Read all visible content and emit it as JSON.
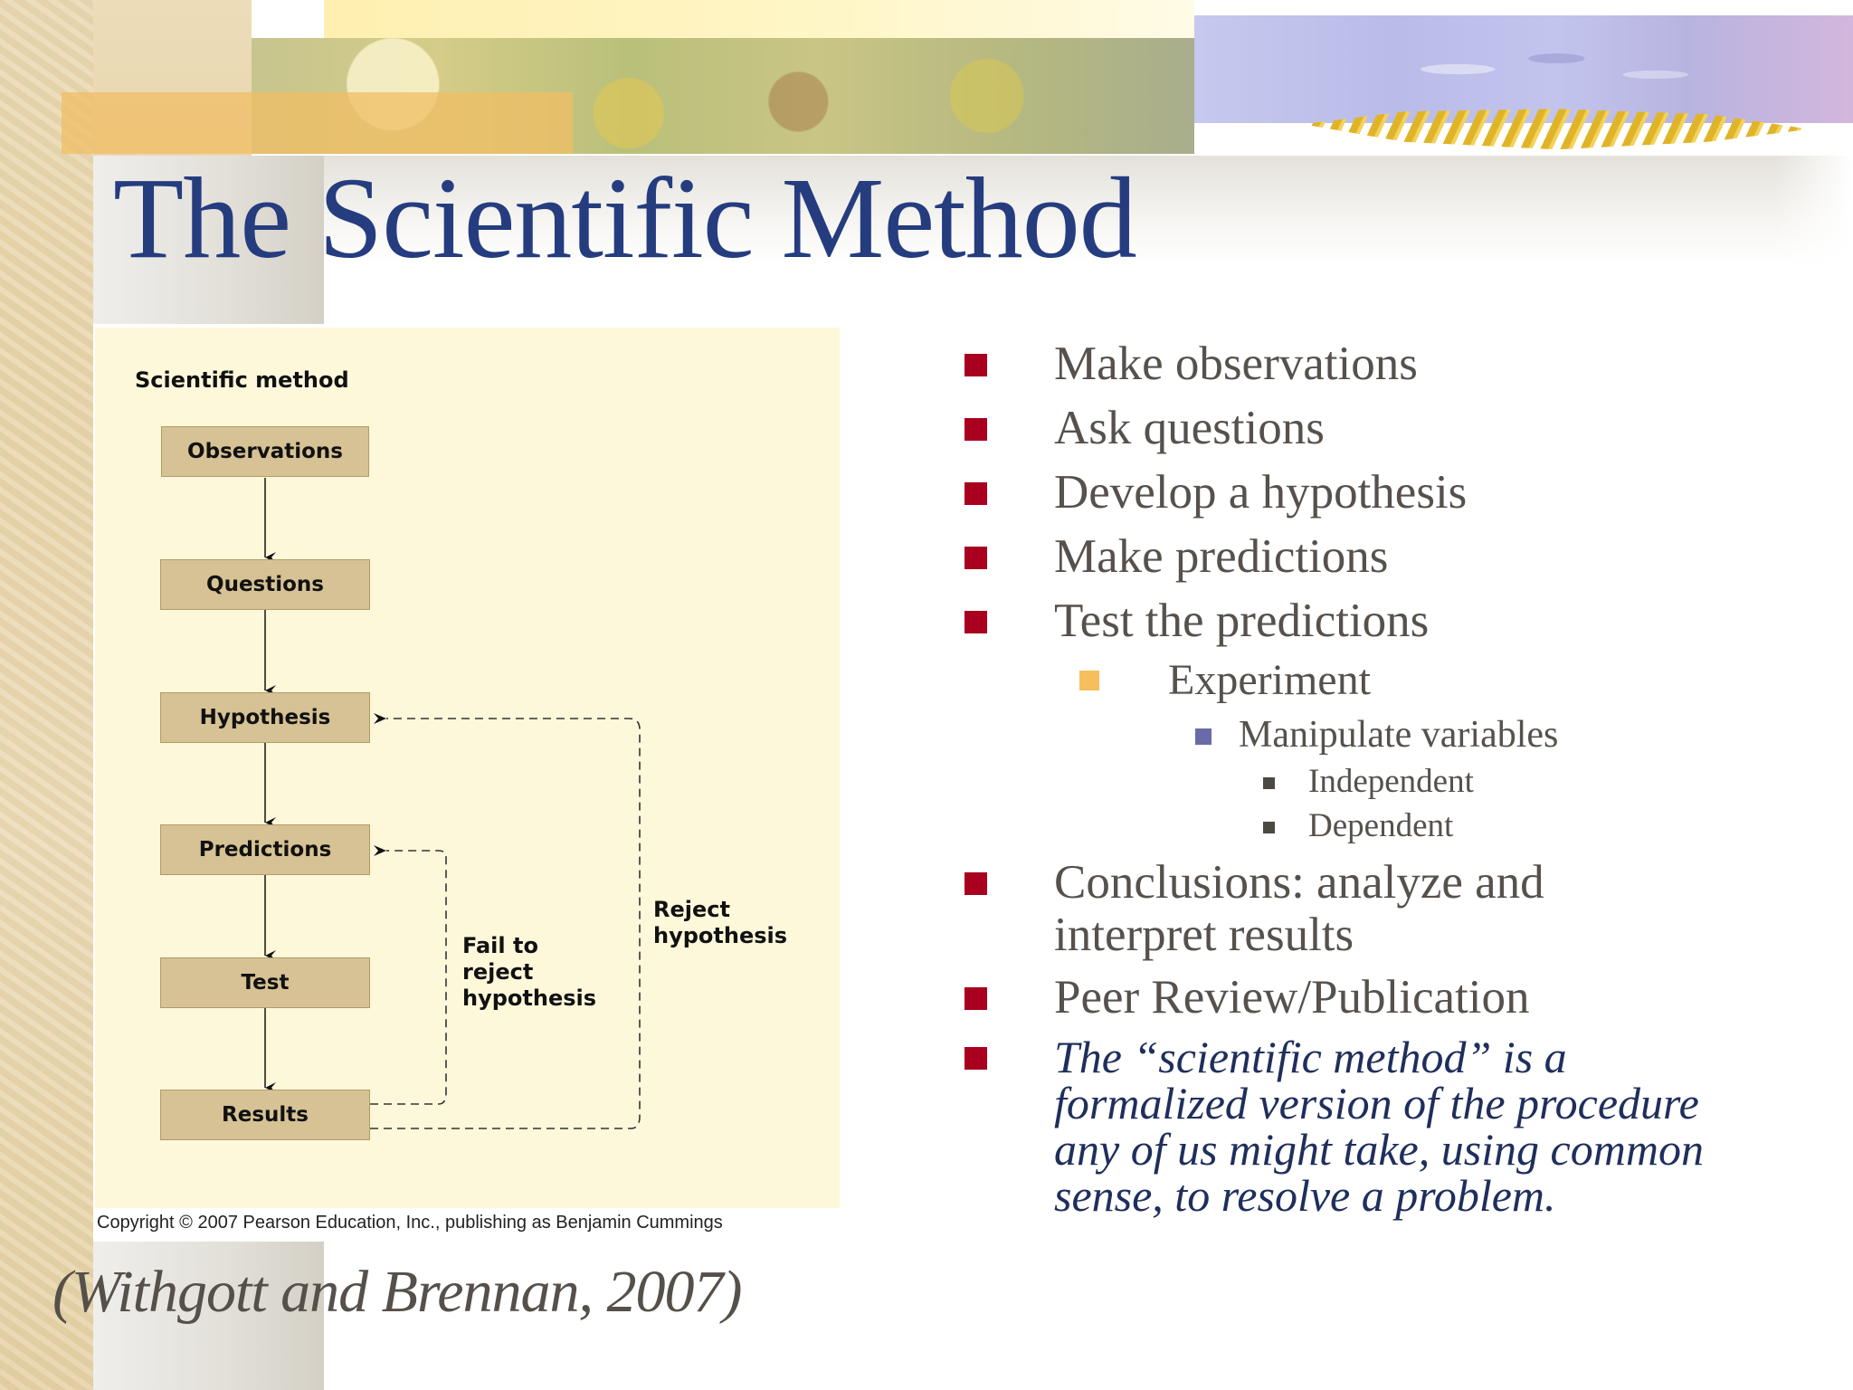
{
  "slide": {
    "title": "The Scientific Method",
    "citation": "(Withgott and Brennan, 2007)",
    "colors": {
      "title": "#253C7F",
      "bullet_level1": "#A8001E",
      "bullet_level2": "#F7BE5E",
      "bullet_level3": "#6B6AA8",
      "bullet_level4": "#4C4842",
      "body_text": "#56514C",
      "note_text": "#1F2F5C",
      "diagram_bg": "#FEF8DA",
      "diagram_box": "#D6C294"
    }
  },
  "diagram": {
    "title": "Scientific method",
    "steps": [
      "Observations",
      "Questions",
      "Hypothesis",
      "Predictions",
      "Test",
      "Results"
    ],
    "loops": [
      {
        "label_lines": [
          "Fail to",
          "reject",
          "hypothesis"
        ],
        "from": "Results",
        "to": "Predictions"
      },
      {
        "label_lines": [
          "Reject",
          "hypothesis"
        ],
        "from": "Results",
        "to": "Hypothesis"
      }
    ],
    "copyright": "Copyright © 2007 Pearson Education, Inc., publishing as Benjamin Cummings"
  },
  "bullets": {
    "items": [
      {
        "level": 1,
        "text": "Make observations"
      },
      {
        "level": 1,
        "text": "Ask questions"
      },
      {
        "level": 1,
        "text": "Develop a hypothesis"
      },
      {
        "level": 1,
        "text": "Make predictions"
      },
      {
        "level": 1,
        "text": "Test the predictions"
      },
      {
        "level": 2,
        "text": "Experiment"
      },
      {
        "level": 3,
        "text": "Manipulate variables"
      },
      {
        "level": 4,
        "text": "Independent"
      },
      {
        "level": 4,
        "text": "Dependent"
      },
      {
        "level": 1,
        "text_lines": [
          "Conclusions:  analyze and",
          "interpret results"
        ]
      },
      {
        "level": 1,
        "text": "Peer Review/Publication"
      },
      {
        "level": 1,
        "style": "italic",
        "text_lines": [
          "The “scientific method” is a",
          "formalized version of the procedure",
          "any of us might take, using common",
          "sense, to resolve a problem."
        ]
      }
    ]
  }
}
